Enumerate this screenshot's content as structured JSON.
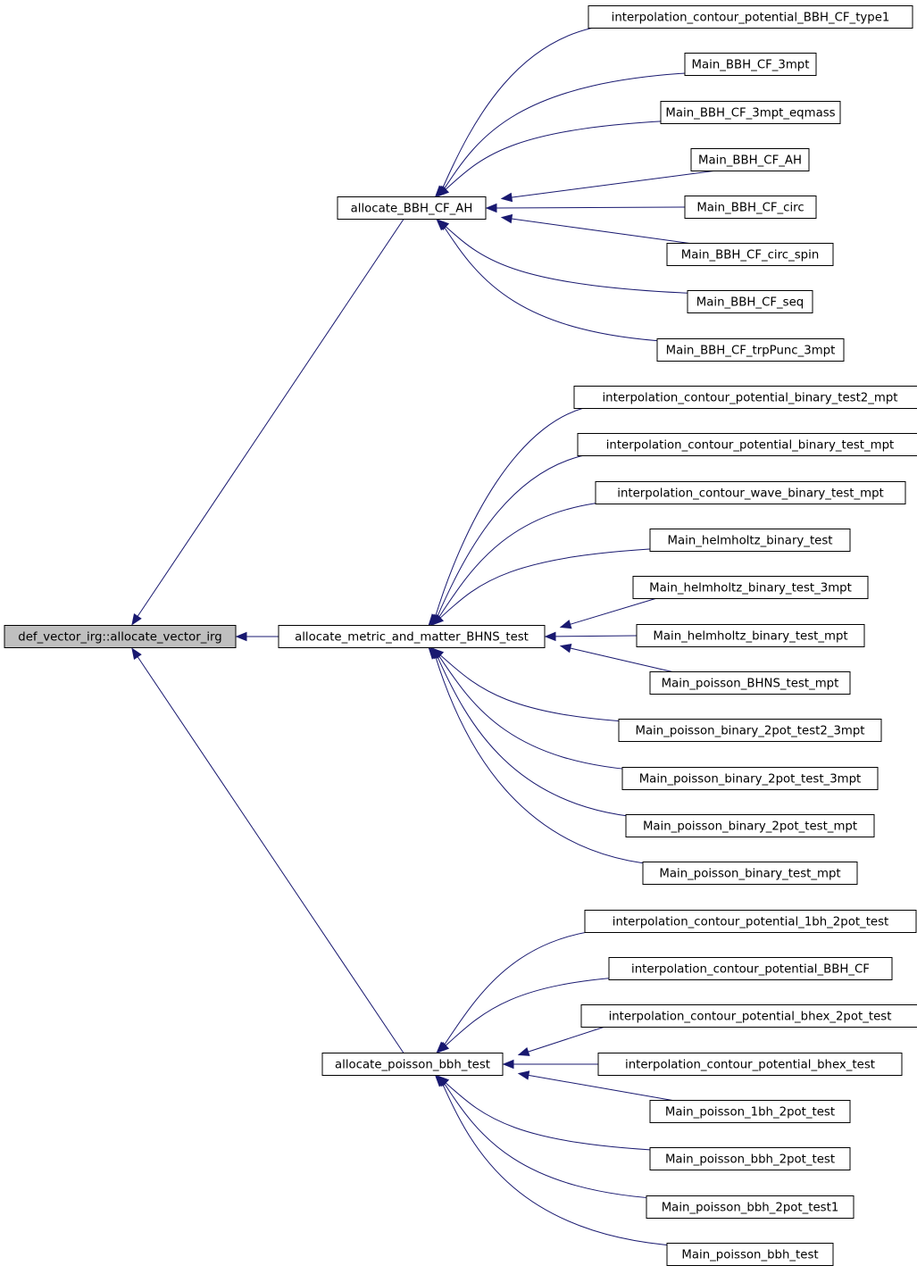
{
  "graph": {
    "root": "def_vector_irg::allocate_vector_irg",
    "groups": [
      {
        "name": "allocate_BBH_CF_AH",
        "callers": [
          "interpolation_contour_potential_BBH_CF_type1",
          "Main_BBH_CF_3mpt",
          "Main_BBH_CF_3mpt_eqmass",
          "Main_BBH_CF_AH",
          "Main_BBH_CF_circ",
          "Main_BBH_CF_circ_spin",
          "Main_BBH_CF_seq",
          "Main_BBH_CF_trpPunc_3mpt"
        ]
      },
      {
        "name": "allocate_metric_and_matter_BHNS_test",
        "callers": [
          "interpolation_contour_potential_binary_test2_mpt",
          "interpolation_contour_potential_binary_test_mpt",
          "interpolation_contour_wave_binary_test_mpt",
          "Main_helmholtz_binary_test",
          "Main_helmholtz_binary_test_3mpt",
          "Main_helmholtz_binary_test_mpt",
          "Main_poisson_BHNS_test_mpt",
          "Main_poisson_binary_2pot_test2_3mpt",
          "Main_poisson_binary_2pot_test_3mpt",
          "Main_poisson_binary_2pot_test_mpt",
          "Main_poisson_binary_test_mpt"
        ]
      },
      {
        "name": "allocate_poisson_bbh_test",
        "callers": [
          "interpolation_contour_potential_1bh_2pot_test",
          "interpolation_contour_potential_BBH_CF",
          "interpolation_contour_potential_bhex_2pot_test",
          "interpolation_contour_potential_bhex_test",
          "Main_poisson_1bh_2pot_test",
          "Main_poisson_bbh_2pot_test",
          "Main_poisson_bbh_2pot_test1",
          "Main_poisson_bbh_test"
        ]
      }
    ]
  },
  "colors": {
    "edge": "#191970",
    "root_fill": "#bfbfbf",
    "node_fill": "#ffffff",
    "node_border": "#000000"
  }
}
